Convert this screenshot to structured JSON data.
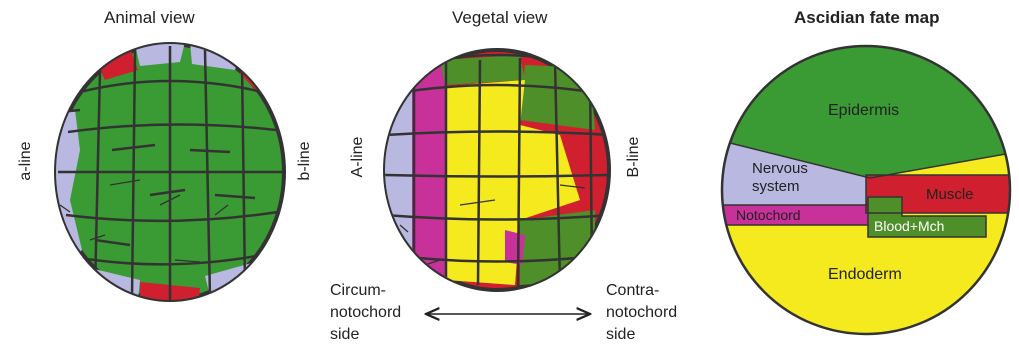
{
  "panels": {
    "animal": {
      "title": "Animal view",
      "left_label": "a-line",
      "right_label": "b-line"
    },
    "vegetal": {
      "title": "Vegetal view",
      "left_label": "A-line",
      "right_label": "B-line",
      "left_side_label": [
        "Circum-",
        "notochord",
        "side"
      ],
      "right_side_label": [
        "Contra-",
        "notochord",
        "side"
      ]
    },
    "fate_map": {
      "title": "Ascidian fate map",
      "regions": {
        "epidermis": "Epidermis",
        "nervous": [
          "Nervous",
          "system"
        ],
        "muscle": "Muscle",
        "notochord": "Notochord",
        "blood": "Blood+Mch",
        "endoderm": "Endoderm"
      }
    }
  },
  "colors": {
    "epidermis": "#3a9a33",
    "nervous": "#b8b8e0",
    "muscle": "#d0202f",
    "notochord": "#c8309a",
    "blood": "#4f8f2a",
    "endoderm": "#f4ea1e",
    "outline": "#333333"
  }
}
